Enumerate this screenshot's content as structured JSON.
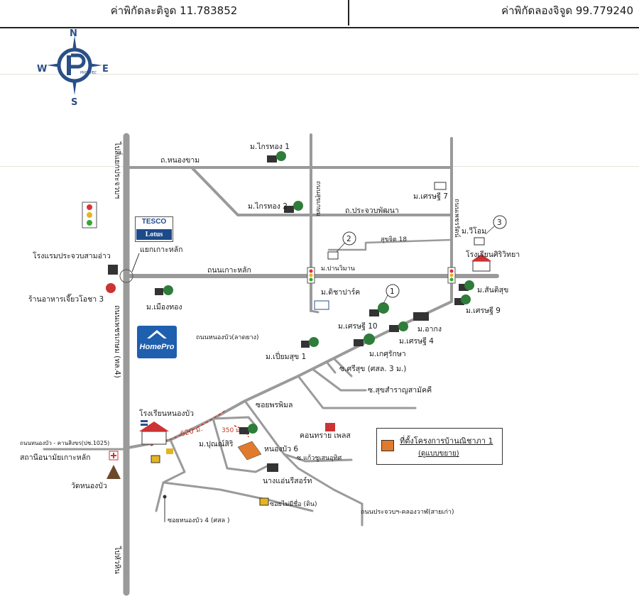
{
  "header": {
    "latitude_text": "ค่าพิกัดละติจูด 11.783852",
    "longitude_text": "ค่าพิกัดลองจิจูด 99.779240"
  },
  "compass": {
    "n": "N",
    "s": "S",
    "e": "E",
    "w": "W",
    "logo_text": "PROSPEC"
  },
  "brands": {
    "tesco_top": "TESCO",
    "tesco_bottom": "Lotus",
    "homepro": "HomePro"
  },
  "markers": {
    "m1": "1",
    "m2": "2",
    "m3": "3"
  },
  "distances": {
    "d620": "620 ม.",
    "d350": "350 ม."
  },
  "roads": {
    "nongkham": "ถ.หนองขาม",
    "prachuappattana": "ถ.ประจวบพัฒนา",
    "kohlak": "ถนนเกาะหลัก",
    "petchkasem": "ถนนเพชรเกษม (ทล.4)",
    "to_prachuap": "ไปสี่แยกประจวบฯ",
    "to_hua_hin": "ไปหัวหิน",
    "road_x1": "ถนนสุขเกษม",
    "road_x2": "ถนนเพชรรัตน์",
    "nongbua_lat": "ถนนหนองบัว(ลาดยาง)",
    "sukhumvit18": "สุขจิต 18",
    "soi_srisuk": "ซ.ศรีสุข (ศสล. 3 ม.)",
    "soi_suksamran": "ซ.สุขสำราญสามัคคี",
    "soi_pornpimol": "ซอยพรพิมล",
    "soi_kaew": "ซ.แก้วชูเสนอุทิศ",
    "nongbua_road": "ถนนหนองบัว - คานสิงขร(ปช.1025)",
    "soi_maimisue": "ซอยไม่มีชื่อ (ดิน)",
    "soi_nongbua4": "ซอยหนองบัว 4 (ศสล )",
    "prachuap_old": "ถนนประจวบฯ-คลองวาฬ(สายเก่า)"
  },
  "places": {
    "kraithong1": "ม.ไกรทอง 1",
    "kraithong2": "ม.ไกรทอง 2",
    "setthi7": "ม.เศรษฐี 7",
    "wiyom": "ม.วีโอม",
    "sriwittaya": "โรงเรียนศิริวิทยา",
    "puthawimarn": "ม.ปานวิมาน",
    "hotel": "โรงแรมประจวบสามอ่าว",
    "kohlak_junction": "แยกเกาะหลัก",
    "restaurant": "ร้านอาหารเจี๊ยวโอชา 3",
    "mueangthong": "ม.เมืองทอง",
    "ditcha": "ม.ดิชาปาร์ค",
    "setthi10": "ม.เศรษฐี 10",
    "santisuk": "ม.สันติสุข",
    "setthi9": "ม.เศรษฐี 9",
    "akong": "ม.อากง",
    "setthi4": "ม.เศรษฐี 4",
    "kasetsuksa": "ม.เกศุรักษา",
    "piamsuk1": "ม.เปี่ยมสุข 1",
    "nongbua_school": "โรงเรียนหนองบัว",
    "punsiri": "ม.ปุณณ์สิริ",
    "nongbua6": "หนองบัว 6",
    "condo": "คอนทราย เพลส",
    "resort": "นางแอ่นรีสอร์ท",
    "health": "สถานีอนามัยเกาะหลัก",
    "temple": "วัดหนองบัว"
  },
  "legend": {
    "title": "ที่ตั้งโครงการบ้านณิชาภา 1",
    "subtitle": "(ดูแบบขยาย)"
  },
  "colors": {
    "road": "#9a9a9a",
    "project": "#e07a2c",
    "compass": "#2a4f88",
    "route": "#c0392b"
  }
}
